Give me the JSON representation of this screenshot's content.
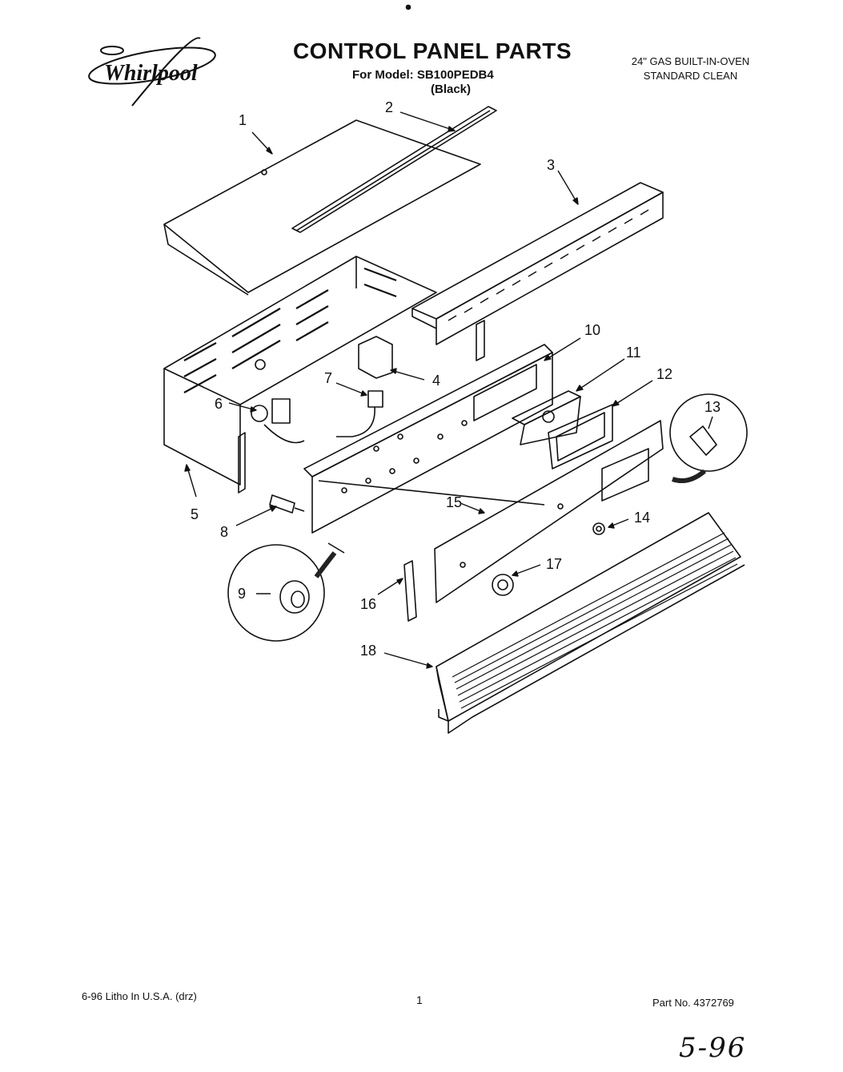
{
  "header": {
    "brand": "Whirlpool",
    "title": "CONTROL PANEL PARTS",
    "model_line": "For Model: SB100PEDB4",
    "color_line": "(Black)",
    "product_line1": "24\" GAS BUILT-IN-OVEN",
    "product_line2": "STANDARD CLEAN"
  },
  "callouts": [
    "1",
    "2",
    "3",
    "4",
    "5",
    "6",
    "7",
    "8",
    "9",
    "10",
    "11",
    "12",
    "13",
    "14",
    "15",
    "16",
    "17",
    "18"
  ],
  "footer": {
    "litho": "6-96 Litho In U.S.A. (drz)",
    "page": "1",
    "part_no": "Part No. 4372769",
    "handwritten": "5-96"
  }
}
